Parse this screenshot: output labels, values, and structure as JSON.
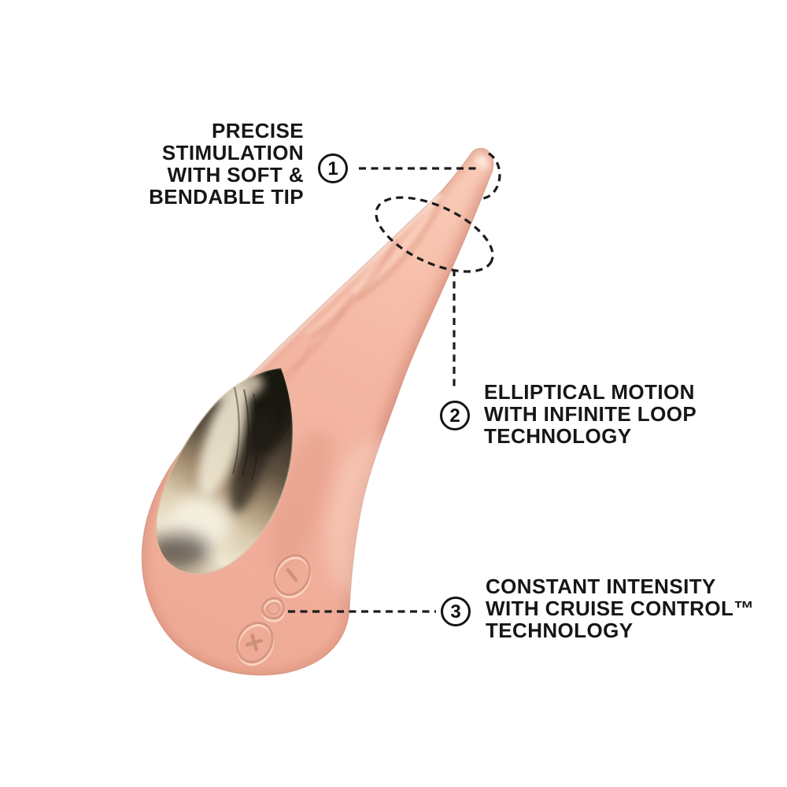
{
  "page": {
    "background_color": "#ffffff"
  },
  "device": {
    "kind": "teardrop personal massager illustration",
    "body_color": "#f4b7a3",
    "body_highlight": "#fcd8c8",
    "body_shadow": "#d9947e",
    "chrome_colors": {
      "dark": "#1f1a15",
      "mid": "#8c7b63",
      "light": "#f3ecda"
    },
    "button_marks": [
      "minus-mark",
      "power-eye",
      "plus-mark"
    ]
  },
  "callouts": [
    {
      "number": "1",
      "lines": [
        "PRECISE",
        "STIMULATION",
        "WITH SOFT &",
        "BENDABLE TIP"
      ]
    },
    {
      "number": "2",
      "lines": [
        "ELLIPTICAL MOTION",
        "WITH INFINITE LOOP",
        "TECHNOLOGY"
      ]
    },
    {
      "number": "3",
      "lines": [
        "CONSTANT INTENSITY",
        "WITH CRUISE CONTROL™",
        "TECHNOLOGY"
      ]
    }
  ],
  "style": {
    "text_color": "#161616",
    "leader_line_color": "#1c1c1c",
    "badge_background": "#ffffff",
    "badge_border": "#141414"
  }
}
